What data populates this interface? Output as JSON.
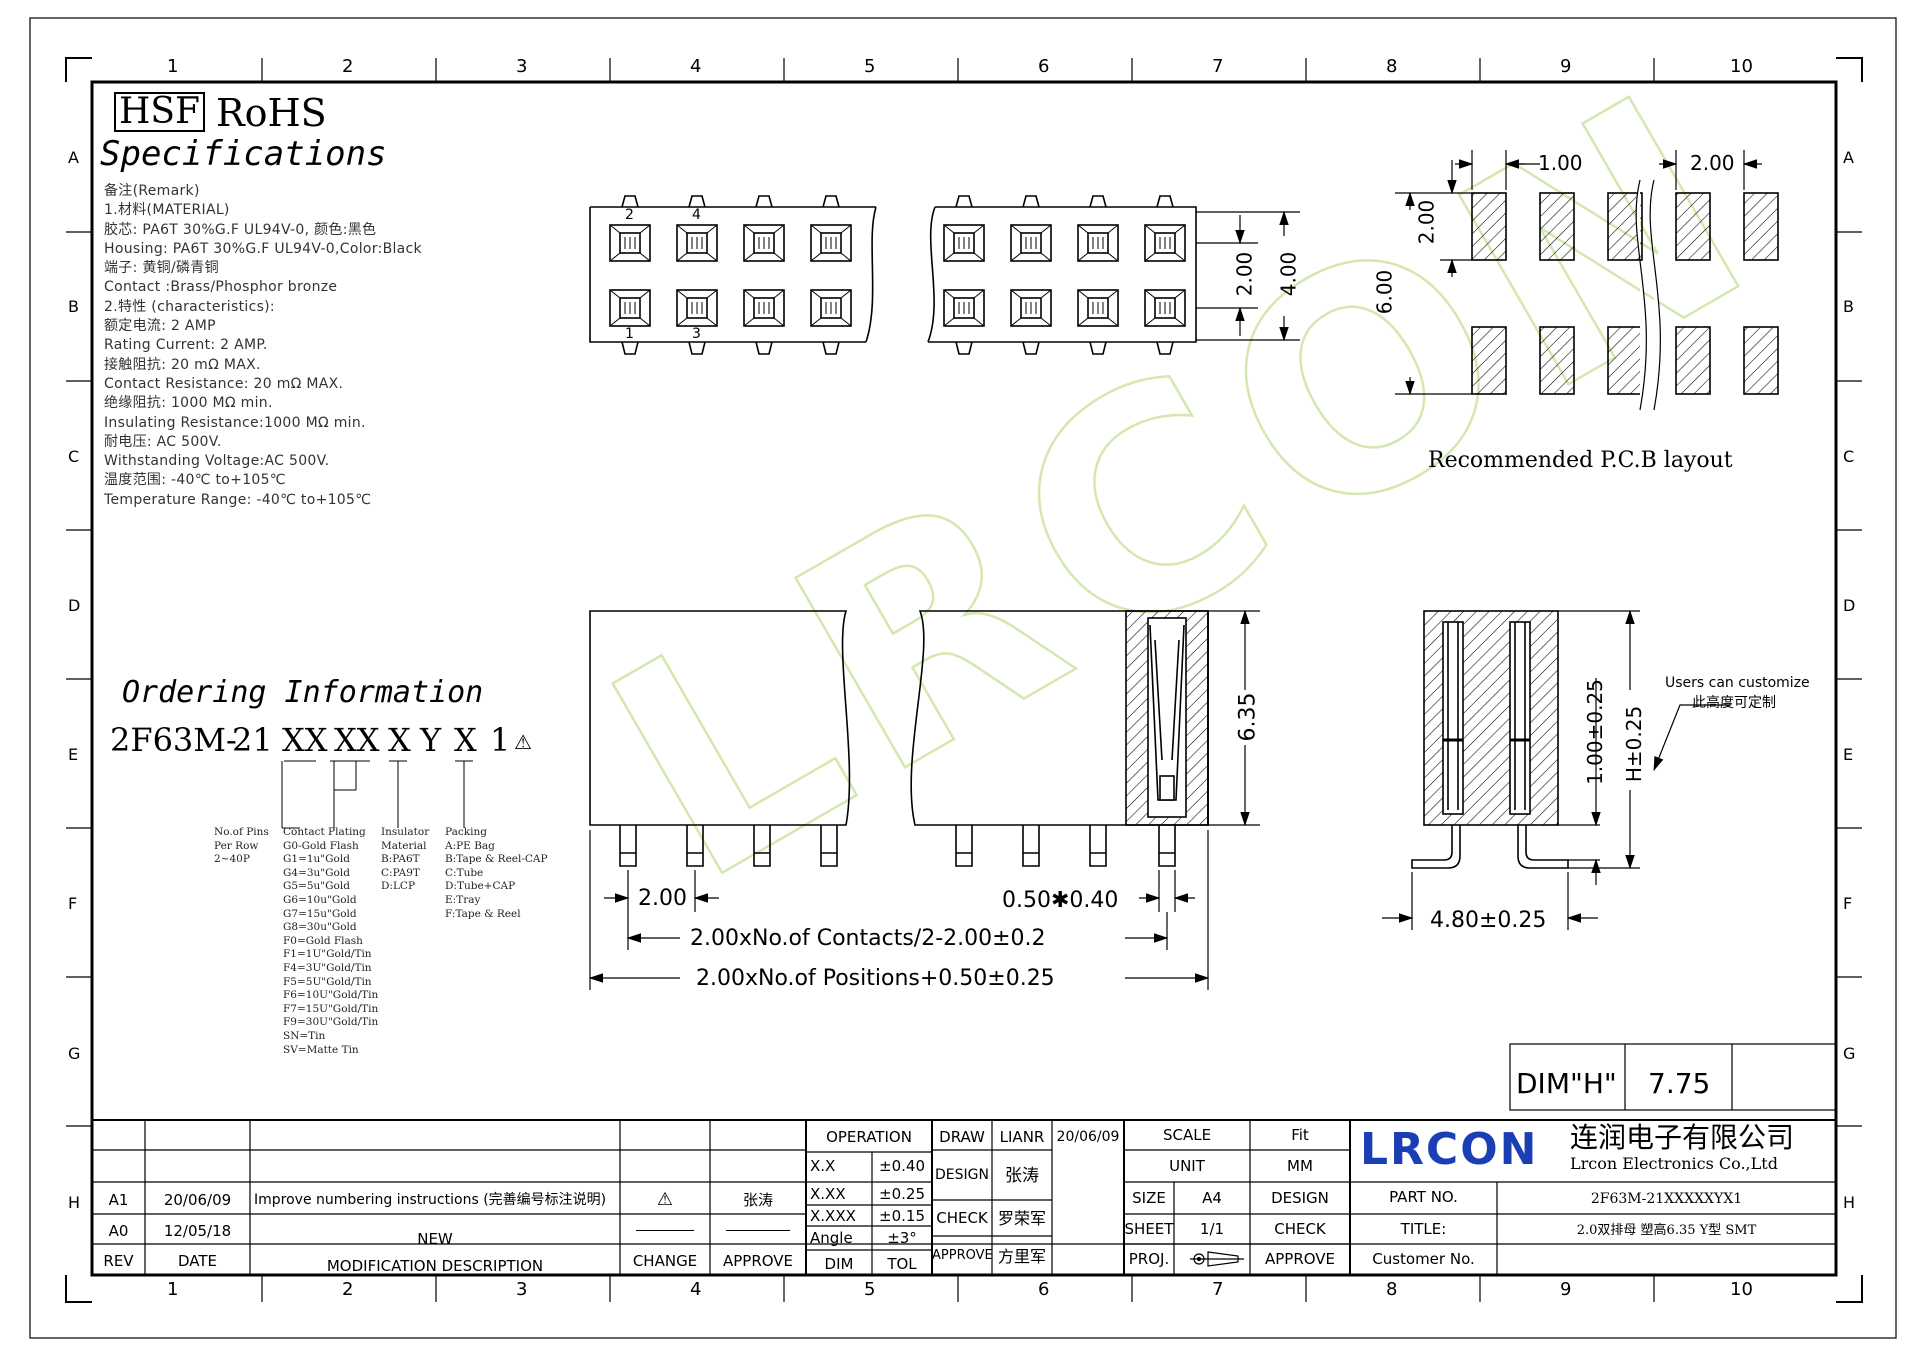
{
  "frame": {
    "columns": [
      "1",
      "2",
      "3",
      "4",
      "5",
      "6",
      "7",
      "8",
      "9",
      "10"
    ],
    "rows": [
      "A",
      "B",
      "C",
      "D",
      "E",
      "F",
      "G",
      "H"
    ]
  },
  "header": {
    "hsf_mark": "HSF",
    "rohs": "RoHS",
    "specifications_title": "Specifications"
  },
  "remarks": [
    "备注(Remark)",
    "1.材料(MATERIAL)",
    "胶芯: PA6T 30%G.F UL94V-0, 颜色:黑色",
    "Housing: PA6T 30%G.F UL94V-0,Color:Black",
    "端子: 黄铜/磷青铜",
    "Contact :Brass/Phosphor bronze",
    "2.特性 (characteristics):",
    "额定电流: 2 AMP",
    "Rating Current: 2 AMP.",
    "接触阻抗: 20 mΩ MAX.",
    "Contact Resistance: 20 mΩ MAX.",
    "绝缘阻抗: 1000 MΩ min.",
    "Insulating Resistance:1000 MΩ min.",
    "耐电压: AC 500V.",
    "Withstanding Voltage:AC 500V.",
    "温度范围: -40℃ to+105℃",
    "Temperature Range: -40℃ to+105℃"
  ],
  "ordering": {
    "title": "Ordering Information",
    "code": [
      "2F63M-",
      "21",
      "XX",
      "XX",
      "X",
      "Y",
      "X",
      "1",
      "⚠"
    ],
    "pins_desc": [
      "No.of Pins",
      "Per Row",
      "2~40P"
    ],
    "plating_desc": [
      "Contact Plating",
      "G0-Gold Flash",
      "G1=1u\"Gold",
      "G4=3u\"Gold",
      "G5=5u\"Gold",
      "G6=10u\"Gold",
      "G7=15u\"Gold",
      "G8=30u\"Gold",
      "F0=Gold Flash",
      "F1=1U\"Gold/Tin",
      "F4=3U\"Gold/Tin",
      "F5=5U\"Gold/Tin",
      "F6=10U\"Gold/Tin",
      "F7=15U\"Gold/Tin",
      "F9=30U\"Gold/Tin",
      "SN=Tin",
      "SV=Matte Tin"
    ],
    "insulator_desc": [
      "Insulator",
      "Material",
      "B:PA6T",
      "C:PA9T",
      "D:LCP"
    ],
    "packing_desc": [
      "Packing",
      "A:PE Bag",
      "B:Tape & Reel-CAP",
      "C:Tube",
      "D:Tube+CAP",
      "E:Tray",
      "F:Tape & Reel"
    ]
  },
  "top_view": {
    "pin_labels": [
      "2",
      "4",
      "1",
      "3"
    ],
    "dim_pitch_v": "2.00",
    "dim_width": "4.00"
  },
  "pcb": {
    "dim_pitch": "1.00",
    "dim_pad_pitch": "2.00",
    "dim_pad_h": "2.00",
    "dim_total_h": "6.00",
    "caption": "Recommended P.C.B layout"
  },
  "front_view": {
    "dim_height": "6.35",
    "dim_pitch": "2.00",
    "dim_pin": "0.50✱0.40",
    "dim_contacts": "2.00xNo.of Contacts/2-2.00±0.2",
    "dim_positions": "2.00xNo.of Positions+0.50±0.25"
  },
  "side_view": {
    "dim_inner": "1.00±0.25",
    "dim_h": "H±0.25",
    "dim_width": "4.80±0.25",
    "note_en": "Users can customize",
    "note_cn": "此高度可定制"
  },
  "dim_h_box": {
    "label": "DIM\"H\"",
    "value": "7.75"
  },
  "watermark": "LRCON",
  "revisions": {
    "rows": [
      {
        "rev": "A1",
        "date": "20/06/09",
        "desc": "Improve numbering instructions (完善编号标注说明)",
        "change": "⚠",
        "approve": "张涛"
      },
      {
        "rev": "A0",
        "date": "12/05/18",
        "desc": "NEW",
        "change": "",
        "approve": ""
      }
    ],
    "headers": {
      "rev": "REV",
      "date": "DATE",
      "desc": "MODIFICATION DESCRIPTION",
      "change": "CHANGE",
      "approve": "APPROVE"
    }
  },
  "tolerance": {
    "title": "OPERATION",
    "rows": [
      {
        "dim": "X.X",
        "tol": "±0.40"
      },
      {
        "dim": "X.XX",
        "tol": "±0.25"
      },
      {
        "dim": "X.XXX",
        "tol": "±0.15"
      },
      {
        "dim": "Angle",
        "tol": "±3°"
      }
    ],
    "dim_header": "DIM",
    "tol_header": "TOL"
  },
  "signoff": {
    "draw_label": "DRAW",
    "draw_name": "LIANR",
    "draw_date": "20/06/09",
    "design_label": "DESIGN",
    "design_name": "张涛",
    "check_label": "CHECK",
    "check_name": "罗荣军",
    "approve_label": "APPROVE",
    "approve_name": "方里军"
  },
  "meta": {
    "scale_label": "SCALE",
    "scale_value": "Fit",
    "unit_label": "UNIT",
    "unit_value": "MM",
    "size_label": "SIZE",
    "size_value": "A4",
    "sheet_label": "SHEET",
    "sheet_value": "1/1",
    "proj_label": "PROJ.",
    "design_label": "DESIGN",
    "check_label": "CHECK",
    "approve_label": "APPROVE"
  },
  "company": {
    "logo": "LRCON",
    "name_cn": "连润电子有限公司",
    "name_en": "Lrcon Electronics Co.,Ltd"
  },
  "part": {
    "part_no_label": "PART NO.",
    "part_no": "2F63M-21XXXXXYX1",
    "title_label": "TITLE:",
    "title": "2.0双排母  塑高6.35  Y型 SMT",
    "customer_label": "Customer No.",
    "customer_value": ""
  },
  "colors": {
    "ink": "#000000",
    "logo_blue": "#1a3fb5",
    "watermark": "#d8ecb8"
  }
}
